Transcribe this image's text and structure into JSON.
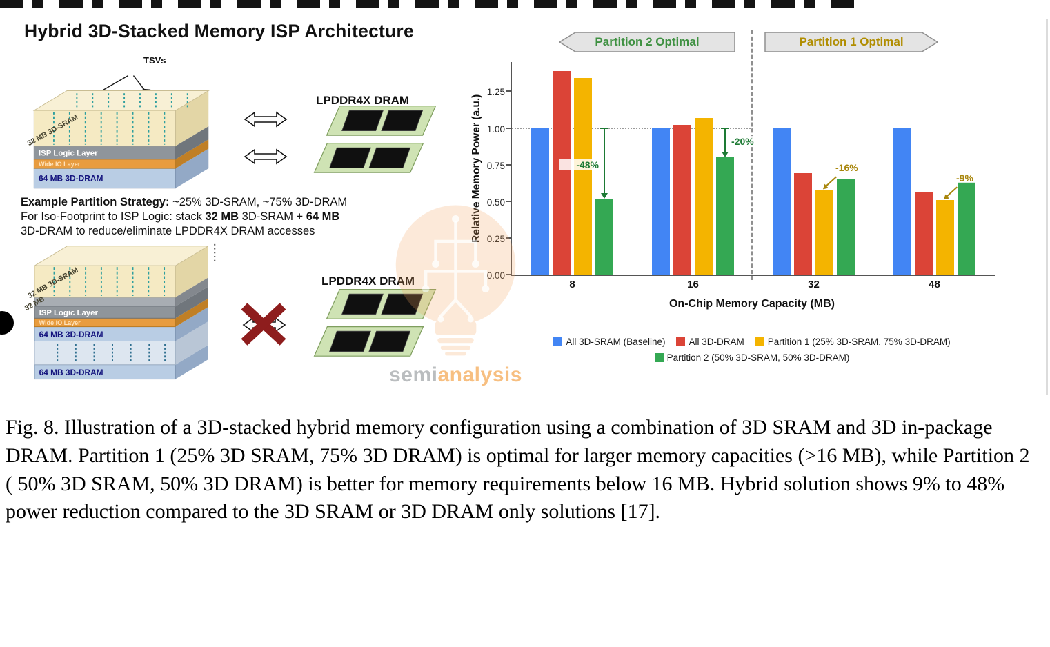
{
  "diagram": {
    "title": "Hybrid 3D-Stacked Memory ISP Architecture",
    "tsv_label": "TSVs",
    "lpddr_label_top": "LPDDR4X DRAM",
    "lpddr_label_bottom": "LPDDR4X DRAM",
    "stack_top": {
      "sram": "32 MB 3D-SRAM",
      "isp": "ISP Logic Layer",
      "wide_io": "Wide IO Layer",
      "dram": "64 MB 3D-DRAM"
    },
    "stack_bottom": {
      "sram": "32 MB 3D-SRAM",
      "sram2": "32 MB",
      "isp": "ISP Logic Layer",
      "wide_io": "Wide IO Layer",
      "dram1": "64 MB 3D-DRAM",
      "dram2": "64 MB 3D-DRAM"
    },
    "strategy_lines": [
      [
        {
          "t": "Example Partition Strategy:",
          "b": true
        },
        {
          "t": " ~25% 3D-SRAM, ~75% 3D-DRAM",
          "b": false
        }
      ],
      [
        {
          "t": "For Iso-Footprint to ISP Logic: stack ",
          "b": false
        },
        {
          "t": "32 MB",
          "b": true
        },
        {
          "t": " 3D-SRAM + ",
          "b": false
        },
        {
          "t": "64 MB",
          "b": true
        }
      ],
      [
        {
          "t": "3D-DRAM to reduce/eliminate LPDDR4X DRAM accesses",
          "b": false
        }
      ]
    ]
  },
  "chart_data": {
    "type": "bar",
    "categories": [
      "8",
      "16",
      "32",
      "48"
    ],
    "series": [
      {
        "name": "All 3D-SRAM (Baseline)",
        "color": "#4285F4",
        "values": [
          1.0,
          1.0,
          1.0,
          1.0
        ]
      },
      {
        "name": "All 3D-DRAM",
        "color": "#DB4437",
        "values": [
          1.39,
          1.02,
          0.69,
          0.56
        ]
      },
      {
        "name": "Partition 1 (25% 3D-SRAM, 75% 3D-DRAM)",
        "color": "#F4B400",
        "values": [
          1.34,
          1.07,
          0.58,
          0.51
        ]
      },
      {
        "name": "Partition 2 (50% 3D-SRAM, 50% 3D-DRAM)",
        "color": "#34A853",
        "values": [
          0.52,
          0.8,
          0.65,
          0.63
        ]
      }
    ],
    "xlabel": "On-Chip Memory Capacity (MB)",
    "ylabel": "Relative Memory Power (a.u.)",
    "ylim": [
      0,
      1.45
    ],
    "yticks": [
      0,
      0.25,
      0.5,
      0.75,
      1,
      1.25
    ],
    "baseline": 1.0,
    "grid": "off",
    "legend_position": "bottom",
    "region_labels": [
      {
        "text": "Partition 2 Optimal",
        "color": "#3f9142"
      },
      {
        "text": "Partition 1 Optimal",
        "color": "#b08d00"
      }
    ],
    "annotations": [
      {
        "group": 0,
        "series": 3,
        "label": "-48%",
        "kind": "drop",
        "side": "left",
        "color": "#1d7a34"
      },
      {
        "group": 1,
        "series": 3,
        "label": "-20%",
        "kind": "drop",
        "side": "right",
        "color": "#1d7a34"
      },
      {
        "group": 2,
        "series": 2,
        "label": "-16%",
        "kind": "point",
        "color": "#a8860b"
      },
      {
        "group": 3,
        "series": 2,
        "label": "-9%",
        "kind": "point",
        "color": "#a8860b"
      }
    ]
  },
  "watermark": {
    "brand_gray": "semi",
    "brand_orange": "analysis"
  },
  "caption": "Fig. 8. Illustration of a 3D-stacked hybrid memory configuration using a combination of 3D SRAM and 3D in-package DRAM. Partition 1 (25% 3D SRAM, 75% 3D DRAM) is optimal for larger memory capacities (>16 MB), while Partition 2 ( 50% 3D SRAM, 50% 3D DRAM) is better for memory requirements below 16 MB. Hybrid solution shows 9% to 48% power reduction compared to the 3D SRAM or 3D DRAM only solutions [17]."
}
